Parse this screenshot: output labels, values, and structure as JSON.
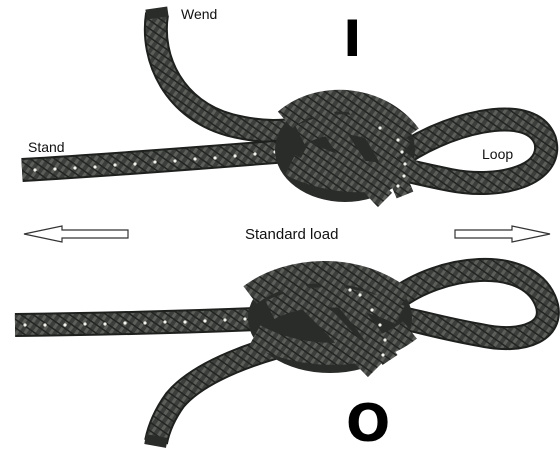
{
  "labels": {
    "wend": "Wend",
    "stand": "Stand",
    "loop": "Loop",
    "load": "Standard load",
    "top_marker": "I",
    "bottom_marker": "O"
  },
  "colors": {
    "rope": "#3c3e3c",
    "rope_dark": "#1e201e",
    "rope_highlight": "#8a8c88",
    "fleck": "#f4f4ee",
    "arrow_stroke": "#333333",
    "arrow_fill": "#ffffff"
  },
  "icons": {
    "left_arrow": "arrow-left-icon",
    "right_arrow": "arrow-right-icon"
  }
}
